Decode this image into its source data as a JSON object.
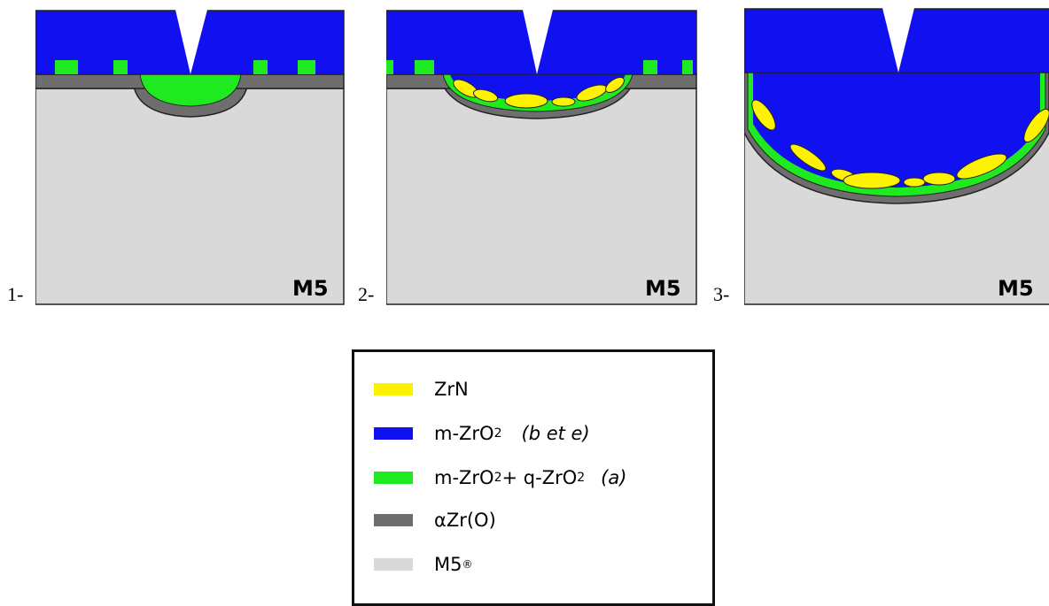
{
  "panels": [
    {
      "label": "1-",
      "substrate_label": "M5"
    },
    {
      "label": "2-",
      "substrate_label": "M5"
    },
    {
      "label": "3-",
      "substrate_label": "M5"
    }
  ],
  "legend": {
    "items": [
      {
        "name": "ZrN",
        "color": "#FFF200"
      },
      {
        "name": "m-ZrO",
        "sub": "2",
        "note": "(b et e)",
        "color": "#1010F0"
      },
      {
        "name": "m-ZrO",
        "sub": "2",
        "plus": " + q-ZrO",
        "sub2": "2",
        "note": "(a)",
        "color": "#1FEA1F"
      },
      {
        "name": "αZr(O)",
        "color": "#6E6E6E"
      },
      {
        "name": "M5",
        "sup": "®",
        "color": "#D9D9D9"
      }
    ]
  },
  "colors": {
    "blue": "#1010F0",
    "green": "#1FEA1F",
    "yellow": "#FFF200",
    "dark_gray": "#6E6E6E",
    "light_gray": "#D9D9D9"
  }
}
